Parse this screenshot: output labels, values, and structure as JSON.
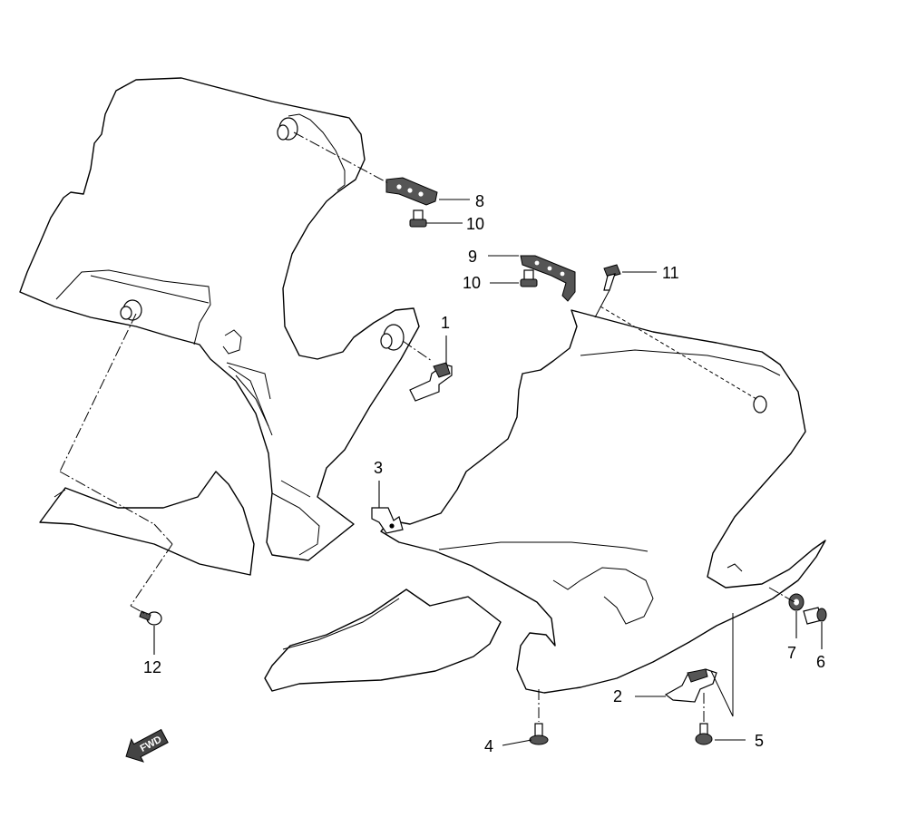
{
  "diagram": {
    "type": "exploded parts diagram",
    "callouts": [
      {
        "id": "c1",
        "label": "1"
      },
      {
        "id": "c2",
        "label": "2"
      },
      {
        "id": "c3",
        "label": "3"
      },
      {
        "id": "c4",
        "label": "4"
      },
      {
        "id": "c5",
        "label": "5"
      },
      {
        "id": "c6",
        "label": "6"
      },
      {
        "id": "c7",
        "label": "7"
      },
      {
        "id": "c8",
        "label": "8"
      },
      {
        "id": "c9",
        "label": "9"
      },
      {
        "id": "c10a",
        "label": "10"
      },
      {
        "id": "c10b",
        "label": "10"
      },
      {
        "id": "c11",
        "label": "11"
      },
      {
        "id": "c12",
        "label": "12"
      }
    ],
    "direction_arrow": {
      "label": "FWD",
      "icon": "forward-arrow-icon"
    }
  },
  "colors": {
    "line": "#000000",
    "background": "#ffffff",
    "arrow_fill": "#444444"
  }
}
